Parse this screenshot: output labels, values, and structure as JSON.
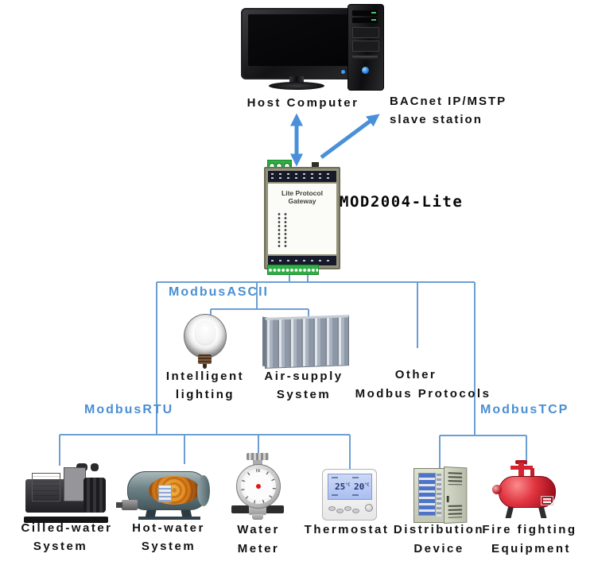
{
  "colors": {
    "connector_blue": "#6b9fd4",
    "arrow_blue": "#4a90d8",
    "protocol_label_blue": "#4a8fd3",
    "label_black": "#121212",
    "gateway_frame_olive": "#93937b",
    "gateway_strip_navy": "#161a2b",
    "terminal_green": "#2fae44",
    "fire_tank_red": "#c01622"
  },
  "header": {
    "host_computer": "Host Computer",
    "bacnet_line1": "BACnet IP/MSTP",
    "bacnet_line2": "slave station"
  },
  "gateway": {
    "face_label": "Lite Protocol Gateway",
    "model": "MOD2004-Lite"
  },
  "protocols": {
    "ascii": "ModbusASCII",
    "rtu": "ModbusRTU",
    "tcp": "ModbusTCP"
  },
  "middle_devices": [
    {
      "id": "intelligent-lighting",
      "line1": "Intelligent",
      "line2": "lighting"
    },
    {
      "id": "air-supply-system",
      "line1": "Air-supply",
      "line2": "System"
    },
    {
      "id": "other-modbus-protocols",
      "line1": "Other",
      "line2": "Modbus Protocols"
    }
  ],
  "bottom_devices": [
    {
      "id": "chilled-water-system",
      "line1": "Cilled-water",
      "line2": "System"
    },
    {
      "id": "hot-water-system",
      "line1": "Hot-water",
      "line2": "System"
    },
    {
      "id": "water-meter",
      "line1": "Water",
      "line2": "Meter"
    },
    {
      "id": "thermostat",
      "line1": "Thermostat",
      "line2": ""
    },
    {
      "id": "distribution-device",
      "line1": "Distribution",
      "line2": "Device"
    },
    {
      "id": "fire-fighting-equipment",
      "line1": "Fire fighting",
      "line2": "Equipment"
    }
  ],
  "thermostat_display": {
    "left_value": "25",
    "right_value": "20",
    "unit": "°C"
  }
}
